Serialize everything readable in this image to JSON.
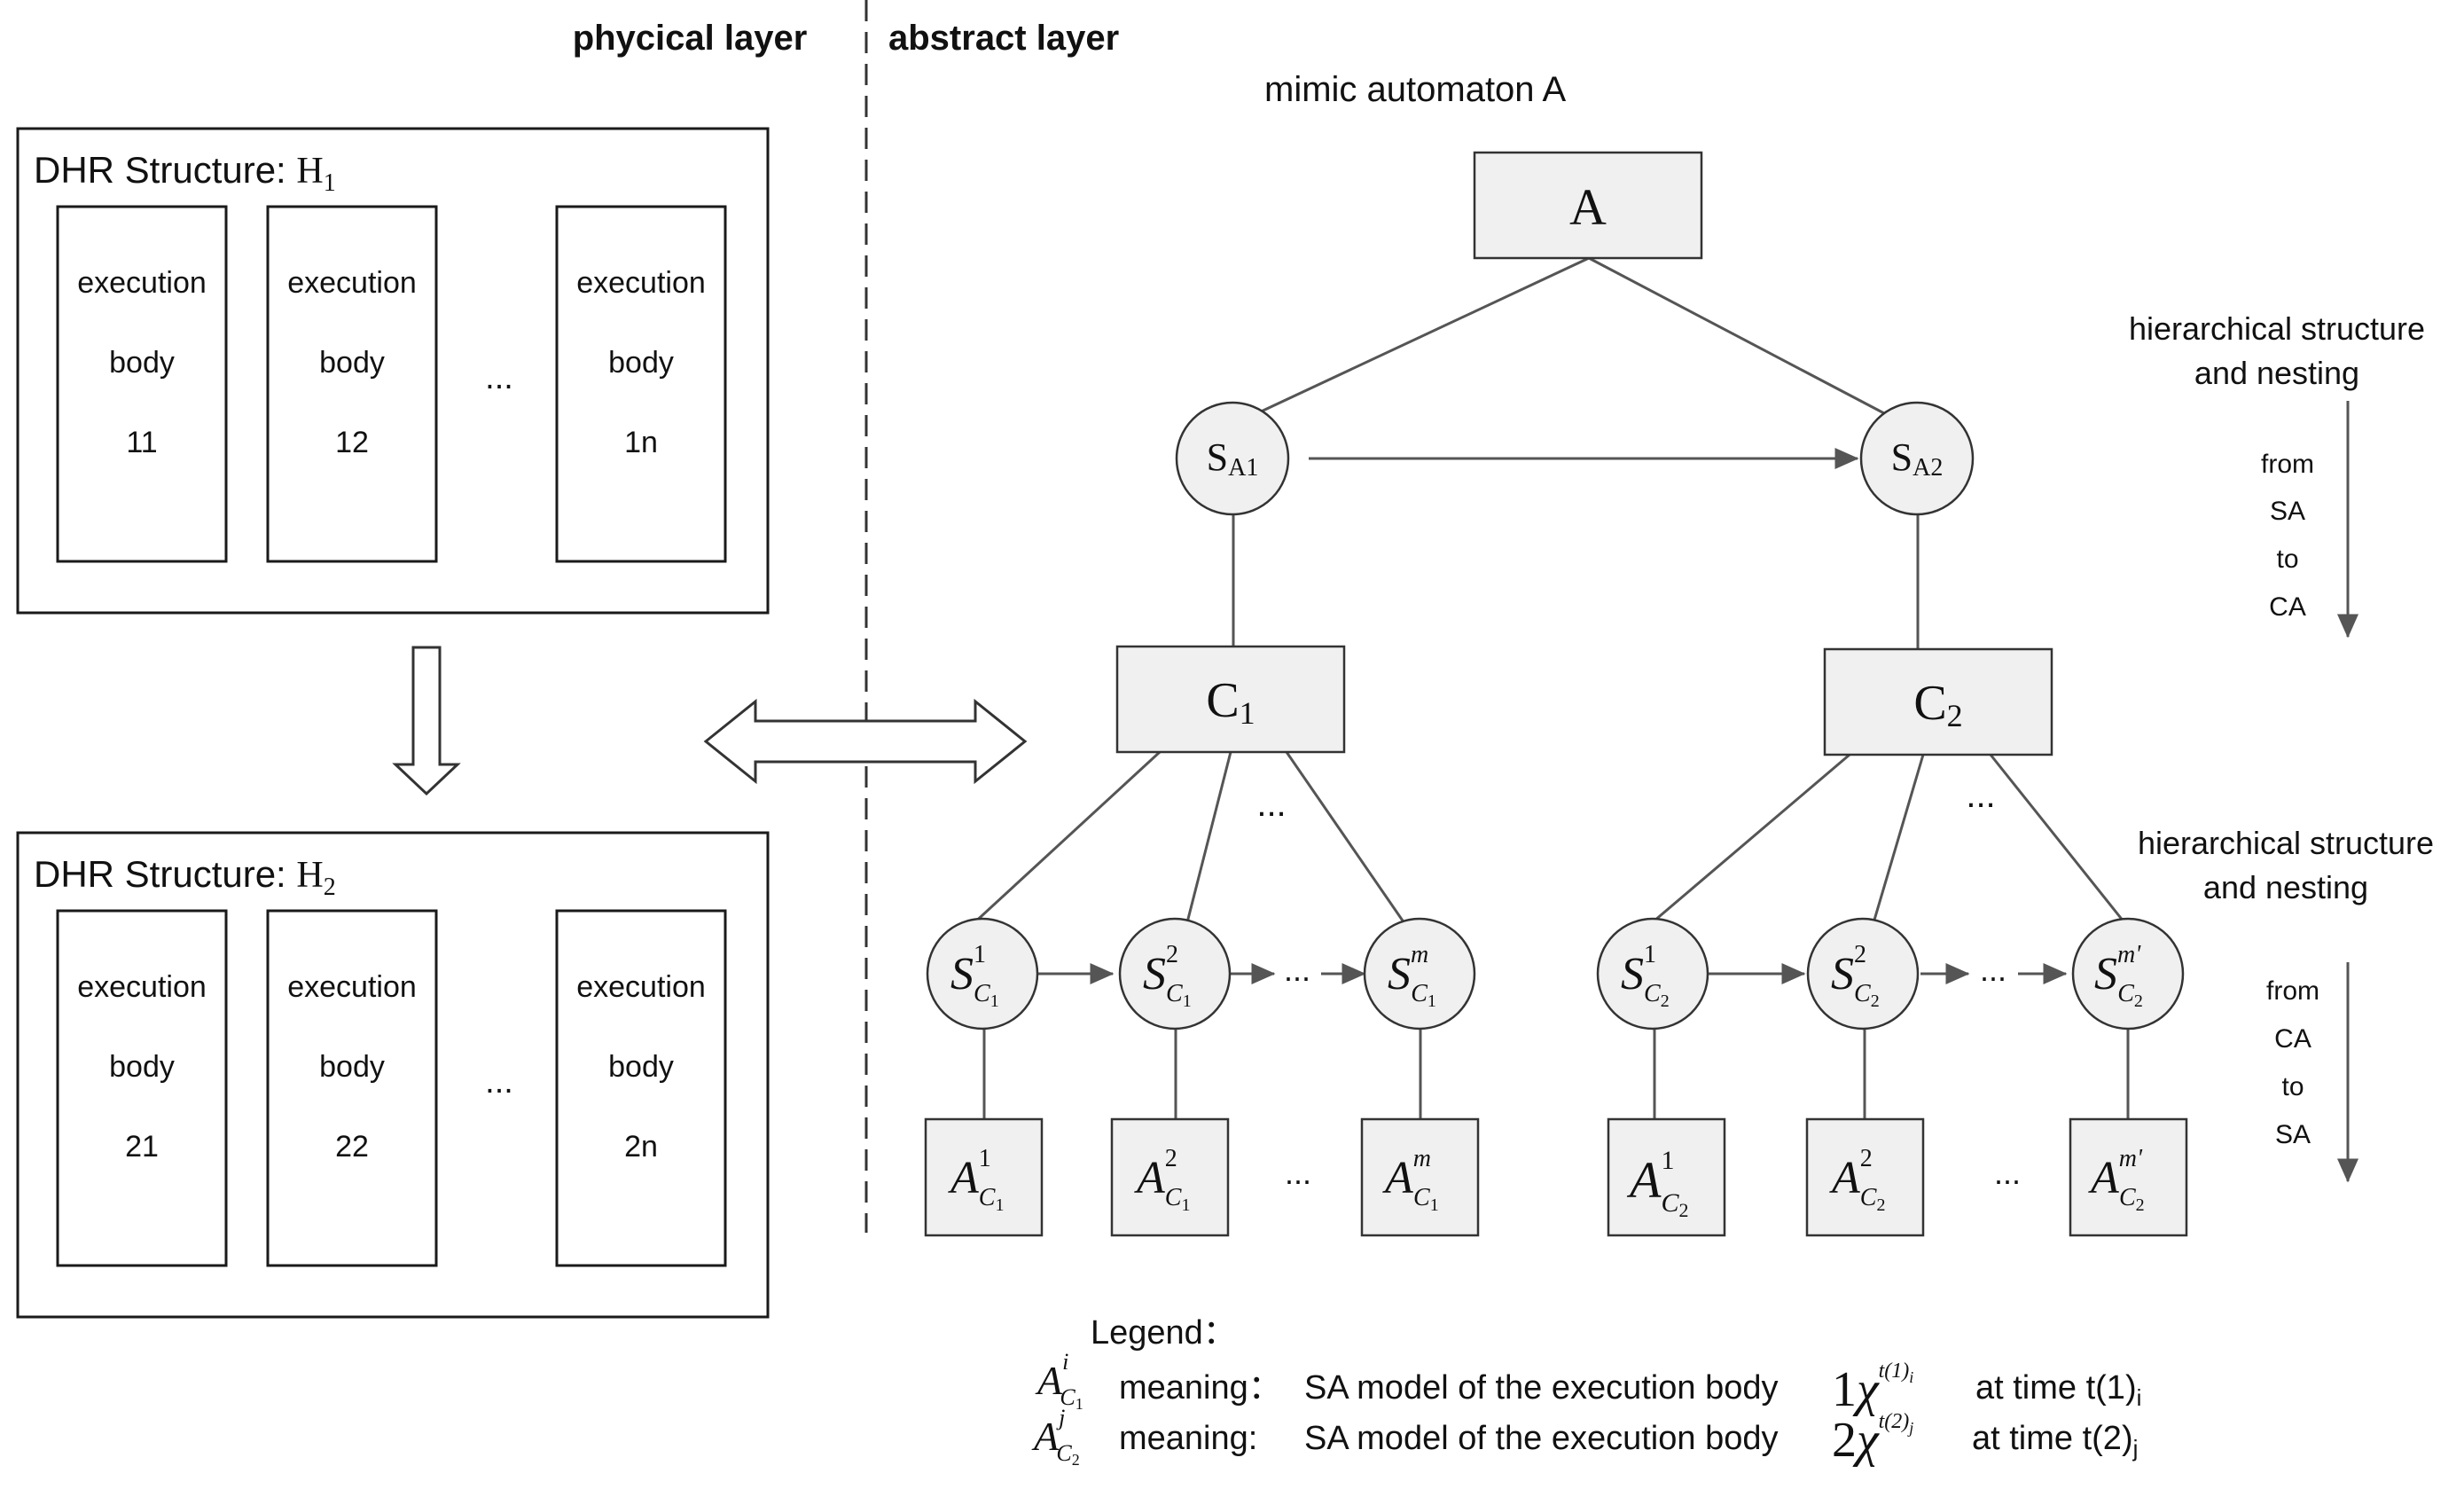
{
  "layers": {
    "physical": "phycical layer",
    "abstract": "abstract layer"
  },
  "mimic_title": "mimic automaton  A",
  "dhr": [
    {
      "label": "DHR Structure: ",
      "sub_base": "H",
      "sub_index": "1",
      "bodies": [
        {
          "l1": "execution",
          "l2": "body",
          "l3": "11"
        },
        {
          "l1": "execution",
          "l2": "body",
          "l3": "12"
        },
        {
          "l1": "execution",
          "l2": "body",
          "l3": "1n"
        }
      ],
      "ellipsis": "..."
    },
    {
      "label": "DHR Structure: ",
      "sub_base": "H",
      "sub_index": "2",
      "bodies": [
        {
          "l1": "execution",
          "l2": "body",
          "l3": "21"
        },
        {
          "l1": "execution",
          "l2": "body",
          "l3": "22"
        },
        {
          "l1": "execution",
          "l2": "body",
          "l3": "2n"
        }
      ],
      "ellipsis": "..."
    }
  ],
  "nodes": {
    "root": "A",
    "sa1": {
      "base": "S",
      "sub": "A1"
    },
    "sa2": {
      "base": "S",
      "sub": "A2"
    },
    "c1": {
      "base": "C",
      "sub": "1"
    },
    "c2": {
      "base": "C",
      "sub": "2"
    },
    "states_c1": [
      {
        "base": "S",
        "sup": "1",
        "sub": "C",
        "subsub": "1"
      },
      {
        "base": "S",
        "sup": "2",
        "sub": "C",
        "subsub": "1"
      },
      {
        "base": "S",
        "sup": "m",
        "sub": "C",
        "subsub": "1"
      }
    ],
    "states_c2": [
      {
        "base": "S",
        "sup": "1",
        "sub": "C",
        "subsub": "2"
      },
      {
        "base": "S",
        "sup": "2",
        "sub": "C",
        "subsub": "2"
      },
      {
        "base": "S",
        "sup": "m'",
        "sub": "C",
        "subsub": "2"
      }
    ],
    "autos_c1": [
      {
        "base": "A",
        "sup": "1",
        "sub": "C",
        "subsub": "1"
      },
      {
        "base": "A",
        "sup": "2",
        "sub": "C",
        "subsub": "1"
      },
      {
        "base": "A",
        "sup": "m",
        "sub": "C",
        "subsub": "1"
      }
    ],
    "autos_c2": [
      {
        "base": "A",
        "sup": "1",
        "sub": "C",
        "subsub": "2"
      },
      {
        "base": "A",
        "sup": "2",
        "sub": "C",
        "subsub": "2"
      },
      {
        "base": "A",
        "sup": "m'",
        "sub": "C",
        "subsub": "2"
      }
    ],
    "ellipsis": "..."
  },
  "side_notes": [
    {
      "l1": "hierarchical structure",
      "l2": "and nesting",
      "words": [
        "from",
        "SA",
        "to",
        "CA"
      ]
    },
    {
      "l1": "hierarchical structure",
      "l2": "and nesting",
      "words": [
        "from",
        "CA",
        "to",
        "SA"
      ]
    }
  ],
  "legend": {
    "title": "Legend：",
    "rows": [
      {
        "sym_base": "A",
        "sym_sup": "i",
        "sym_sub": "C",
        "sym_subsub": "1",
        "meaning": "meaning：",
        "text": "SA model of the execution body",
        "var_pre": "1",
        "var": "χ",
        "var_sup": "t(1)",
        "var_supsub": "i",
        "time": "at time t(1)",
        "time_sub": "i"
      },
      {
        "sym_base": "A",
        "sym_sup": "j",
        "sym_sub": "C",
        "sym_subsub": "2",
        "meaning": "meaning:",
        "text": "SA model of the execution body",
        "var_pre": "2",
        "var": "χ",
        "var_sup": "t(2)",
        "var_supsub": "j",
        "time": "at time t(2)",
        "time_sub": "j"
      }
    ]
  }
}
